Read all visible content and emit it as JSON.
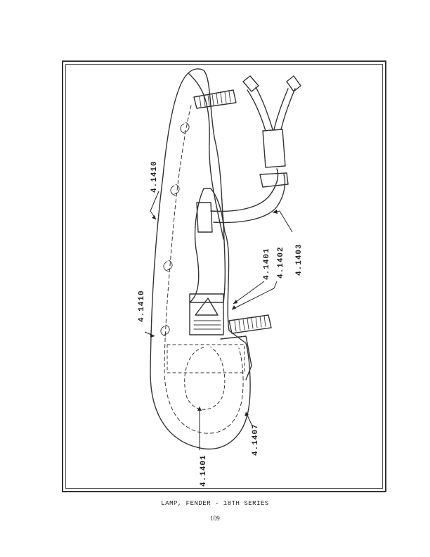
{
  "caption": "LAMP, FENDER - 18TH SERIES",
  "page_number": "109",
  "callouts": {
    "top_1410": "4.1410",
    "side_1410": "4.1410",
    "part_1401_mid": "4.1401",
    "part_1402": "4.1402",
    "part_1403": "4.1403",
    "part_1407": "4.1407",
    "part_1401_bottom": "4.1401"
  }
}
